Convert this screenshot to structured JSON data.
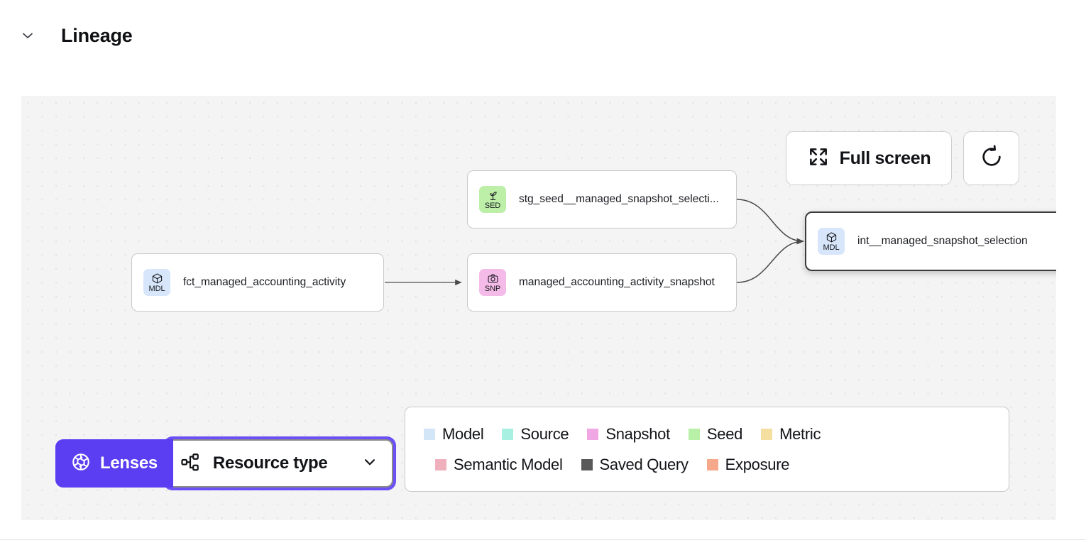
{
  "section": {
    "title": "Lineage",
    "collapse_icon": "chevron-down-icon",
    "expanded": true
  },
  "toolbar": {
    "fullscreen_label": "Full screen",
    "fullscreen_icon": "expand-arrows-icon",
    "refresh_icon": "refresh-icon"
  },
  "controls": {
    "lenses_label": "Lenses",
    "lenses_icon": "aperture-icon",
    "lenses_color": "#5B3DF2",
    "resource_type_label": "Resource type",
    "resource_type_icon": "hierarchy-icon",
    "resource_type_chevron": "chevron-down-icon",
    "resource_type_focused": true
  },
  "graph": {
    "nodes": [
      {
        "id": "fct_managed_accounting_activity",
        "label": "fct_managed_accounting_activity",
        "type": "Model",
        "badge": "MDL",
        "badge_icon": "cube-icon",
        "badge_color": "#D7E6FB",
        "selected": false
      },
      {
        "id": "stg_seed__managed_snapshot_selection",
        "label": "stg_seed__managed_snapshot_selecti...",
        "type": "Seed",
        "badge": "SED",
        "badge_icon": "seedling-icon",
        "badge_color": "#BDEFA8",
        "selected": false
      },
      {
        "id": "managed_accounting_activity_snapshot",
        "label": "managed_accounting_activity_snapshot",
        "type": "Snapshot",
        "badge": "SNP",
        "badge_icon": "camera-icon",
        "badge_color": "#F5BBE8",
        "selected": false
      },
      {
        "id": "int__managed_snapshot_selection",
        "label": "int__managed_snapshot_selection",
        "type": "Model",
        "badge": "MDL",
        "badge_icon": "cube-icon",
        "badge_color": "#D7E6FB",
        "selected": true
      }
    ],
    "edges": [
      {
        "from": "fct_managed_accounting_activity",
        "to": "managed_accounting_activity_snapshot"
      },
      {
        "from": "stg_seed__managed_snapshot_selection",
        "to": "int__managed_snapshot_selection"
      },
      {
        "from": "managed_accounting_activity_snapshot",
        "to": "int__managed_snapshot_selection"
      }
    ]
  },
  "legend": {
    "row1": [
      {
        "label": "Model",
        "color": "#D3E6F8"
      },
      {
        "label": "Source",
        "color": "#A8F0E2"
      },
      {
        "label": "Snapshot",
        "color": "#F0A8E4"
      },
      {
        "label": "Seed",
        "color": "#B8F0A8"
      },
      {
        "label": "Metric",
        "color": "#F5DFA0"
      }
    ],
    "row2": [
      {
        "label": "Semantic Model",
        "color": "#F0AFBC"
      },
      {
        "label": "Saved Query",
        "color": "#595959"
      },
      {
        "label": "Exposure",
        "color": "#F5A98A"
      }
    ]
  }
}
